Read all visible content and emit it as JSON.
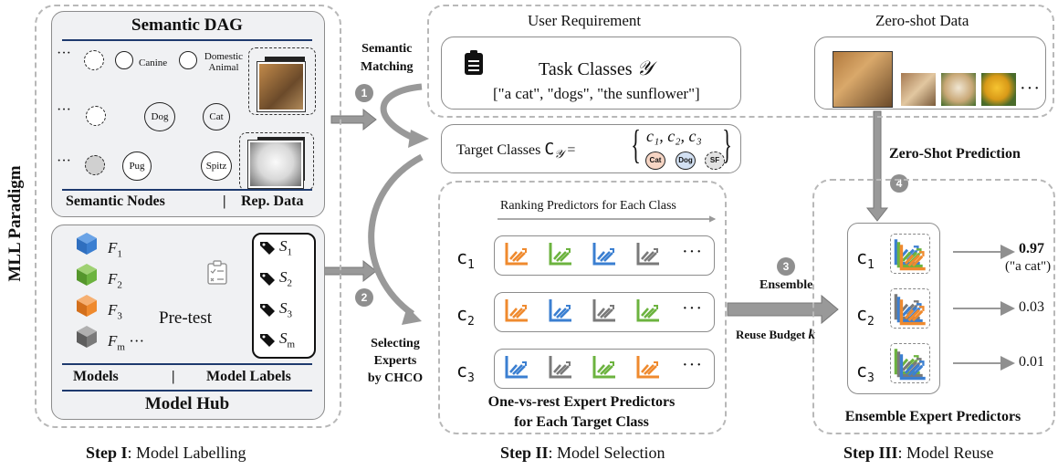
{
  "vertical_title": "MLL Paradigm",
  "step1": {
    "dag_title": "Semantic DAG",
    "nodes": {
      "canine": "Canine",
      "domestic_animal": "Domestic Animal",
      "dog": "Dog",
      "cat": "Cat",
      "pug": "Pug",
      "spitz": "Spitz",
      "ellipsis": "···"
    },
    "footer_left": "Semantic Nodes",
    "footer_sep": "|",
    "footer_right": "Rep. Data",
    "models": [
      "F",
      "F",
      "F",
      "F"
    ],
    "model_subs": [
      "1",
      "2",
      "3",
      "m"
    ],
    "model_more": "···",
    "labels": [
      "S",
      "S",
      "S",
      "S"
    ],
    "label_subs": [
      "1",
      "2",
      "3",
      "m"
    ],
    "pretest": "Pre-test",
    "hub_footer_left": "Models",
    "hub_footer_sep": "|",
    "hub_footer_right": "Model Labels",
    "hub_title": "Model Hub",
    "caption_bold": "Step I",
    "caption_rest": ": Model Labelling",
    "colors": {
      "blue": "#3b7fd1",
      "green": "#6cb33f",
      "orange": "#ef8a2e",
      "gray": "#7a7a7a",
      "cat_fill": "#f6d5c4",
      "dog_fill": "#d3e1f3"
    }
  },
  "arrows": {
    "semantic_matching": [
      "Semantic",
      "Matching"
    ],
    "selecting": [
      "Selecting",
      "Experts",
      "by CHCO"
    ],
    "ensemble": "Ensemble",
    "reuse_budget": "Reuse Budget",
    "reuse_budget_k": "k",
    "badges": [
      "1",
      "2",
      "3",
      "4"
    ]
  },
  "step2": {
    "user_req_title": "User Requirement",
    "task_classes": "Task Classes",
    "task_symbol": "𝒴",
    "task_list": "[\"a cat\", \"dogs\", \"the sunflower\"]",
    "target_classes_label": "Target Classes",
    "target_symbol": "C",
    "target_sub": "𝒴",
    "target_set": "c₁, c₂, c₃",
    "target_chips": [
      "Cat",
      "Dog",
      "SF"
    ],
    "ranking": "Ranking Predictors for Each Class",
    "rows": [
      {
        "label": "c",
        "sub": "1",
        "colors": [
          "orange",
          "green",
          "blue",
          "gray"
        ]
      },
      {
        "label": "c",
        "sub": "2",
        "colors": [
          "orange",
          "blue",
          "gray",
          "green"
        ]
      },
      {
        "label": "c",
        "sub": "3",
        "colors": [
          "blue",
          "gray",
          "green",
          "orange"
        ]
      }
    ],
    "row_more": "···",
    "footer": [
      "One-vs-rest Expert Predictors",
      "for Each Target Class"
    ],
    "caption_bold": "Step II",
    "caption_rest": ": Model Selection"
  },
  "step3": {
    "zero_shot_title": "Zero-shot Data",
    "zero_shot_more": "···",
    "zero_shot_prediction": "Zero-Shot Prediction",
    "rows": [
      {
        "label": "c",
        "sub": "1",
        "value": "0.97",
        "note": "(\"a cat\")"
      },
      {
        "label": "c",
        "sub": "2",
        "value": "0.03"
      },
      {
        "label": "c",
        "sub": "3",
        "value": "0.01"
      }
    ],
    "footer": "Ensemble  Expert Predictors",
    "caption_bold": "Step III",
    "caption_rest": ": Model Reuse"
  }
}
